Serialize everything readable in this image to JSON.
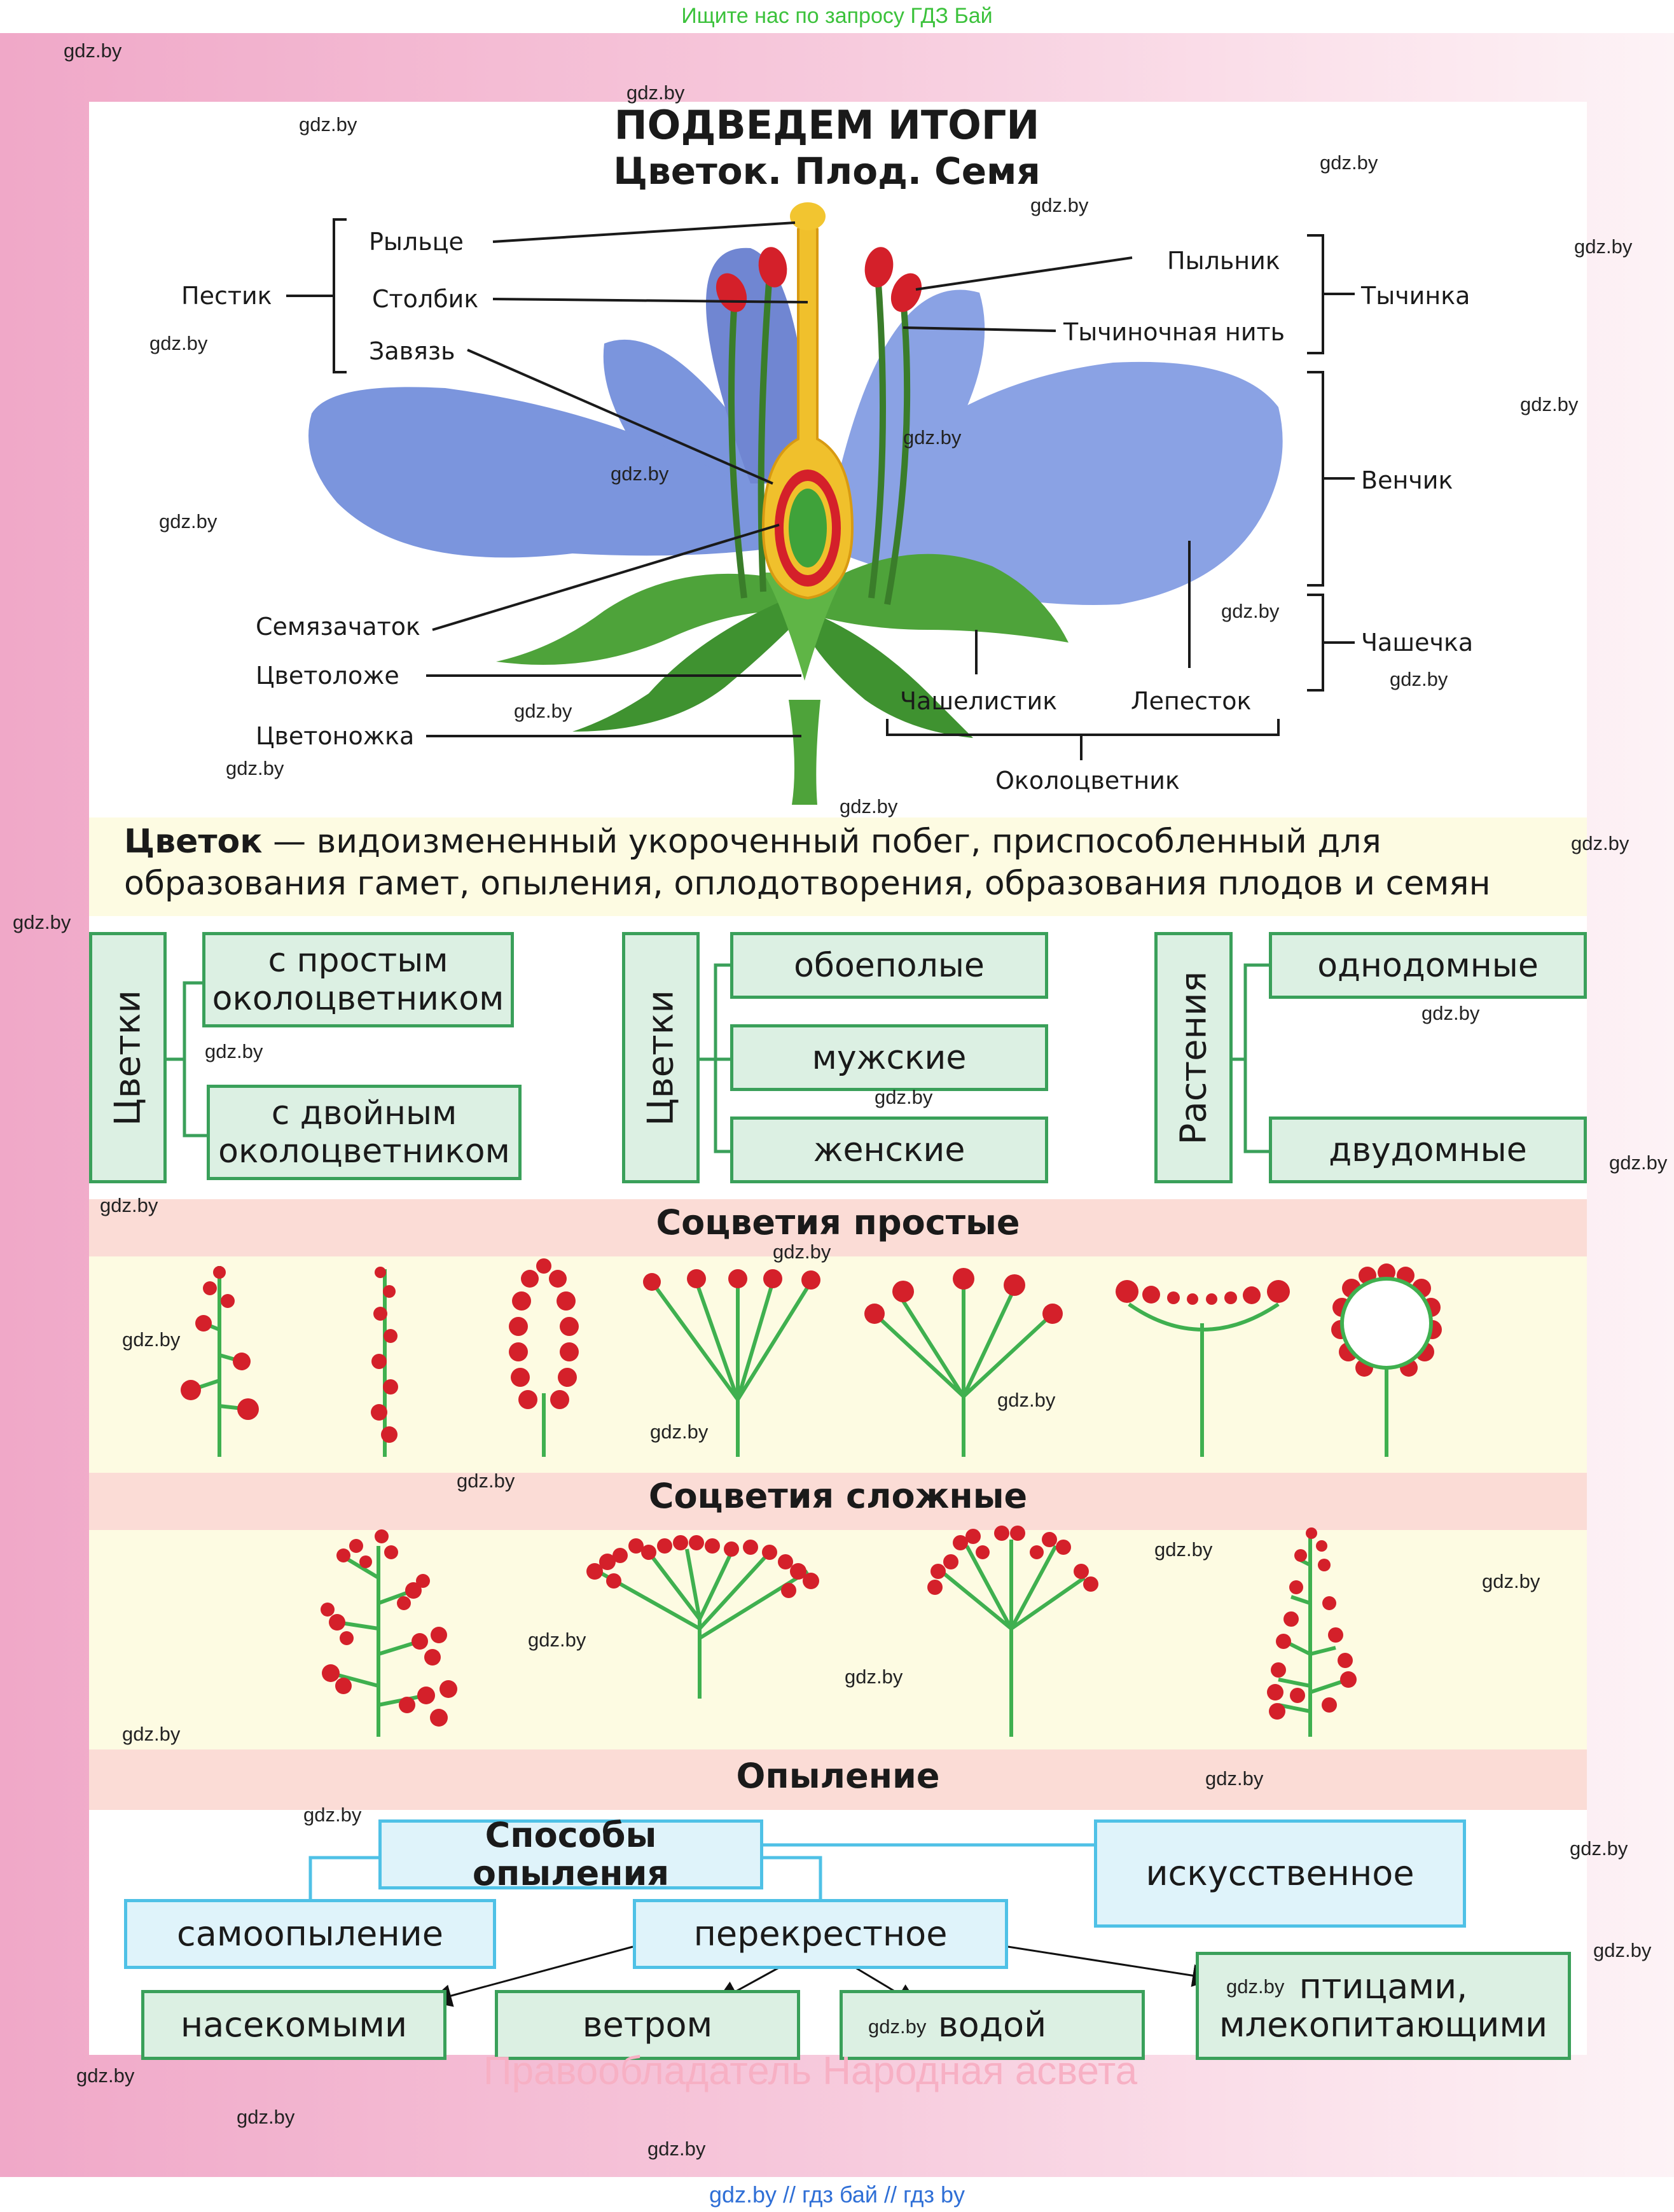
{
  "top_banner": "Ищите нас по запросу ГДЗ Бай",
  "footer": "gdz.by  //  гдз бай  //  гдз by",
  "owner_watermark": "Правообладатель Народная асвета",
  "watermark": "gdz.by",
  "title": {
    "line1": "ПОДВЕДЕМ ИТОГИ",
    "line2": "Цветок. Плод. Семя"
  },
  "flower_labels": {
    "pestik": "Пестик",
    "rylce": "Рыльце",
    "stolbik": "Столбик",
    "zavyaz": "Завязь",
    "pylnik": "Пыльник",
    "tych_nit": "Тычиночная нить",
    "tychinka": "Тычинка",
    "venchik": "Венчик",
    "chashechka": "Чашечка",
    "semyazachatok": "Семязачаток",
    "cvetolozhe": "Цветоложе",
    "cvetonozhka": "Цветоножка",
    "chashelistik": "Чашелистик",
    "lepestok": "Лепесток",
    "okolocvetnik": "Околоцветник"
  },
  "definition": {
    "term": "Цветок",
    "text": " — видоизмененный укороченный побег, приспособленный для образования гамет, опыления, оплодотворения, образования плодов и семян"
  },
  "classification": {
    "group1": {
      "head": "Цветки",
      "items": [
        "с простым околоцветником",
        "с двойным околоцветником"
      ]
    },
    "group2": {
      "head": "Цветки",
      "items": [
        "обоеполые",
        "мужские",
        "женские"
      ]
    },
    "group3": {
      "head": "Растения",
      "items": [
        "однодомные",
        "двудомные"
      ]
    }
  },
  "sections": {
    "simple": "Соцветия простые",
    "complex": "Соцветия сложные",
    "pollination": "Опыление"
  },
  "pollination": {
    "methods": "Способы опыления",
    "artificial": "искусственное",
    "self": "самоопыление",
    "cross": "перекрестное",
    "insects": "насекомыми",
    "wind": "ветром",
    "water": "водой",
    "animals": "птицами, млекопитающими"
  },
  "colors": {
    "petal": "#7b95dd",
    "leaf": "#4ea33a",
    "flower_red": "#d4202a",
    "stem_green": "#3fb04f",
    "box_green": "#3aa05a",
    "box_blue": "#4fc1e6"
  }
}
